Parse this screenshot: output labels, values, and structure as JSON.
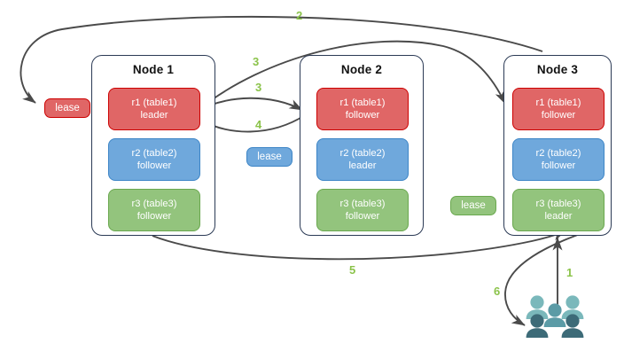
{
  "diagram": {
    "title": "Raft lease / leaseholder request routing diagram",
    "colors": {
      "red": "#e06666",
      "red_border": "#cc0000",
      "blue": "#6fa8dc",
      "blue_border": "#3d85c6",
      "green": "#93c47d",
      "green_border": "#6aa84f",
      "node_border": "#2b3a55",
      "arrow": "#4a4a4a",
      "step_label": "#8bc34a",
      "users_light": "#7ab8bb",
      "users_mid": "#5b9ba6",
      "users_dark": "#3d6b78"
    }
  },
  "nodes": [
    {
      "id": "node-1",
      "title": "Node 1",
      "replicas": [
        {
          "name": "r1 (table1)",
          "role": "leader",
          "color": "red"
        },
        {
          "name": "r2 (table2)",
          "role": "follower",
          "color": "blue"
        },
        {
          "name": "r3 (table3)",
          "role": "follower",
          "color": "green"
        }
      ]
    },
    {
      "id": "node-2",
      "title": "Node 2",
      "replicas": [
        {
          "name": "r1 (table1)",
          "role": "follower",
          "color": "red"
        },
        {
          "name": "r2 (table2)",
          "role": "leader",
          "color": "blue"
        },
        {
          "name": "r3 (table3)",
          "role": "follower",
          "color": "green"
        }
      ]
    },
    {
      "id": "node-3",
      "title": "Node 3",
      "replicas": [
        {
          "name": "r1 (table1)",
          "role": "follower",
          "color": "red"
        },
        {
          "name": "r2 (table2)",
          "role": "follower",
          "color": "blue"
        },
        {
          "name": "r3 (table3)",
          "role": "leader",
          "color": "green"
        }
      ]
    }
  ],
  "leases": [
    {
      "id": "lease-red",
      "label": "lease",
      "color": "red"
    },
    {
      "id": "lease-blue",
      "label": "lease",
      "color": "blue"
    },
    {
      "id": "lease-green",
      "label": "lease",
      "color": "green"
    }
  ],
  "steps": [
    {
      "id": "step-1",
      "label": "1"
    },
    {
      "id": "step-2",
      "label": "2"
    },
    {
      "id": "step-3a",
      "label": "3"
    },
    {
      "id": "step-3b",
      "label": "3"
    },
    {
      "id": "step-4",
      "label": "4"
    },
    {
      "id": "step-5",
      "label": "5"
    },
    {
      "id": "step-6",
      "label": "6"
    }
  ],
  "icons": {
    "users": "users-group-icon"
  }
}
